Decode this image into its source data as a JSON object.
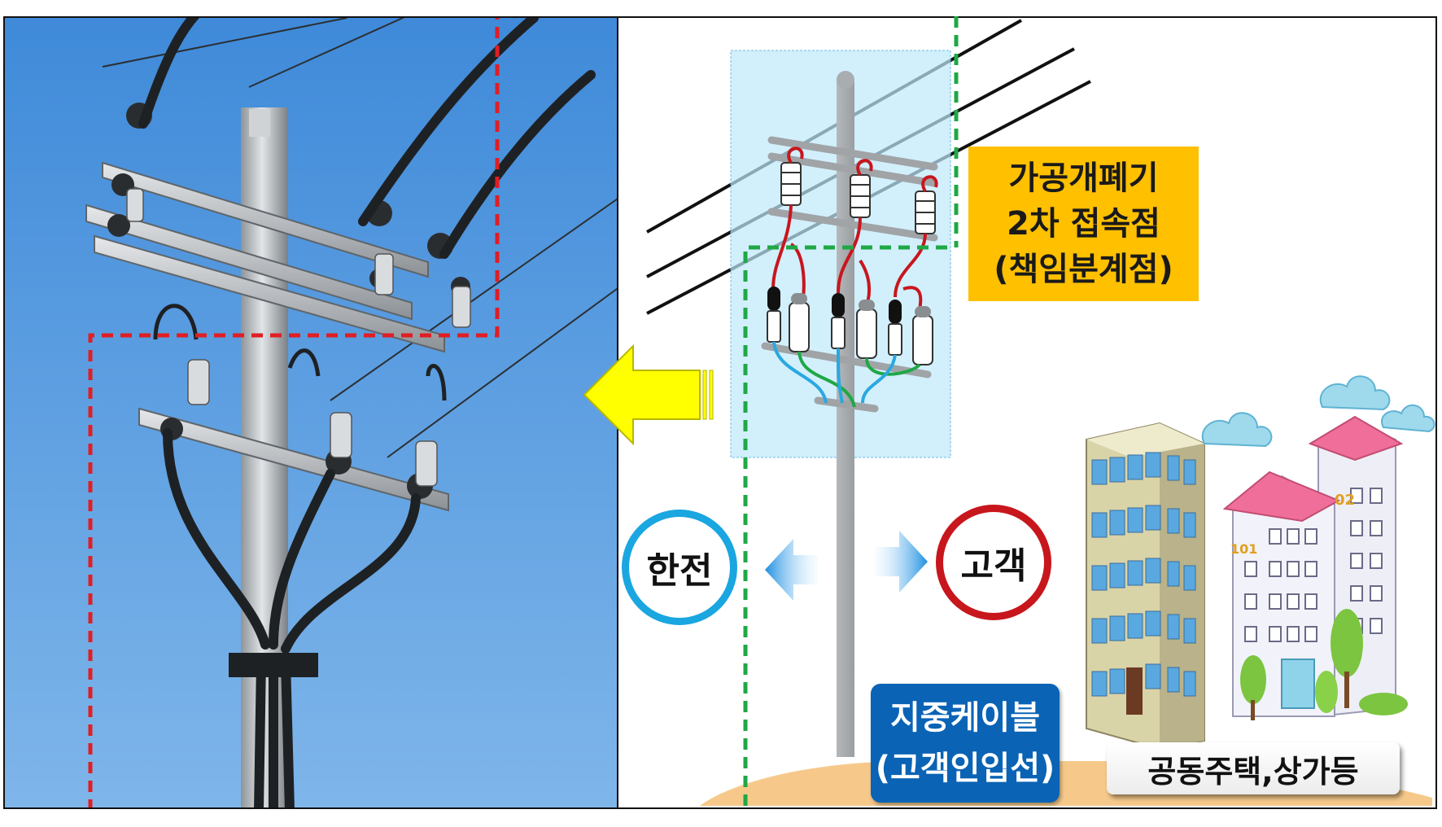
{
  "labels": {
    "switch_point": "가공개폐기\n2차 접속점\n(책임분계점)",
    "kepco": "한전",
    "customer": "고객",
    "underground_cable": "지중케이블\n(고객인입선)",
    "buildings": "공동주택,상가등"
  },
  "building_numbers": {
    "left": "101",
    "right": "02"
  },
  "colors": {
    "kepco": "#1aa6e0",
    "customer": "#c8161d",
    "switch_label_bg": "#ffc000",
    "cable_label_bg": "#0a63b5",
    "boundary_red": "#e01e24",
    "boundary_green": "#1fa846",
    "sky": "#5b9ee2",
    "arrow_yellow": "#ffff00"
  }
}
